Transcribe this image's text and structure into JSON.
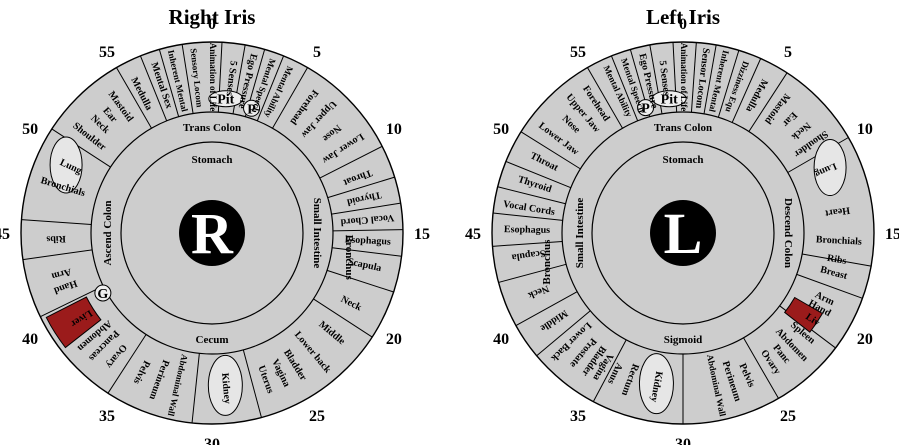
{
  "colors": {
    "iris": "#cdcdcd",
    "rim": "#000000",
    "pupil": "#000000",
    "highlight": "#9b1b1b",
    "organ": "#e6e6e6"
  },
  "irises": [
    {
      "title": "Right Iris",
      "pupil_letter": "R",
      "ring_labels": [
        "Trans Colon",
        "Stomach",
        "Cecum",
        "Ascend Colon",
        "Small Intestine",
        "Bronchus"
      ],
      "clock_marks": [
        "0",
        "5",
        "10",
        "15",
        "20",
        "25",
        "30",
        "35",
        "40",
        "45",
        "50",
        "55"
      ],
      "small_marks": [
        "Pit",
        "P",
        "G"
      ],
      "zones": [
        {
          "label": "Animation of Life",
          "angle": 0
        },
        {
          "label": "5 Senses",
          "angle": 7
        },
        {
          "label": "Ego Pressure",
          "angle": 13
        },
        {
          "label": "Mental Speech",
          "angle": 19
        },
        {
          "label": "Mental Ability",
          "angle": 25
        },
        {
          "label": "Forehead",
          "angle": 36
        },
        {
          "label": "Upper Jaw",
          "angle": 43
        },
        {
          "label": "Nose",
          "angle": 50
        },
        {
          "label": "Lower Jaw",
          "angle": 57
        },
        {
          "label": "Throat",
          "angle": 69
        },
        {
          "label": "Thyroid",
          "angle": 77
        },
        {
          "label": "Vocal Chord",
          "angle": 85
        },
        {
          "label": "Esophagus",
          "angle": 93
        },
        {
          "label": "Scapula",
          "angle": 102
        },
        {
          "label": "Neck",
          "angle": 117
        },
        {
          "label": "Middle",
          "angle": 130
        },
        {
          "label": "Lower back",
          "angle": 140
        },
        {
          "label": "Bladder",
          "angle": 148
        },
        {
          "label": "Vagina",
          "angle": 154
        },
        {
          "label": "Uterus",
          "angle": 160
        },
        {
          "label": "Kidney",
          "angle": 175
        },
        {
          "label": "Abdominal Wall",
          "angle": 193
        },
        {
          "label": "Perineum",
          "angle": 200
        },
        {
          "label": "Pelvis",
          "angle": 207
        },
        {
          "label": "Ovary",
          "angle": 218
        },
        {
          "label": "Pancreas",
          "angle": 224
        },
        {
          "label": "Abdomen",
          "angle": 229
        },
        {
          "label": "Liver",
          "angle": 237
        },
        {
          "label": "Hand",
          "angle": 250
        },
        {
          "label": "Arm",
          "angle": 255
        },
        {
          "label": "Ribs",
          "angle": 268
        },
        {
          "label": "Bronchials",
          "angle": 287
        },
        {
          "label": "Lung",
          "angle": 295
        },
        {
          "label": "Shoulder",
          "angle": 308
        },
        {
          "label": "Neck",
          "angle": 314
        },
        {
          "label": "Ear",
          "angle": 319
        },
        {
          "label": "Mastoid",
          "angle": 324
        },
        {
          "label": "Medulla",
          "angle": 333
        },
        {
          "label": "Mental Sex",
          "angle": 341
        },
        {
          "label": "Inherent Mental",
          "angle": 347
        },
        {
          "label": "Sensory Locom",
          "angle": 354
        }
      ]
    },
    {
      "title": "Left Iris",
      "pupil_letter": "L",
      "ring_labels": [
        "Trans Colon",
        "Stomach",
        "Sigmoid",
        "Small Intestine",
        "Descend Colon",
        "Bronchus"
      ],
      "clock_marks": [
        "0",
        "5",
        "10",
        "15",
        "20",
        "25",
        "30",
        "35",
        "40",
        "45",
        "50",
        "55"
      ],
      "small_marks": [
        "Pit",
        "P"
      ],
      "zones": [
        {
          "label": "Animation of Life",
          "angle": 0
        },
        {
          "label": "Sensor Locom",
          "angle": 7
        },
        {
          "label": "Inherent Mental",
          "angle": 13
        },
        {
          "label": "Dizziness Equ",
          "angle": 20
        },
        {
          "label": "Medulla",
          "angle": 28
        },
        {
          "label": "Mastoid",
          "angle": 37
        },
        {
          "label": "Ear",
          "angle": 43
        },
        {
          "label": "Neck",
          "angle": 49
        },
        {
          "label": "Shoulder",
          "angle": 55
        },
        {
          "label": "Lung",
          "angle": 66
        },
        {
          "label": "Heart",
          "angle": 82
        },
        {
          "label": "Bronchials",
          "angle": 93
        },
        {
          "label": "Ribs",
          "angle": 100
        },
        {
          "label": "Breast",
          "angle": 105
        },
        {
          "label": "Arm",
          "angle": 115
        },
        {
          "label": "Hand",
          "angle": 119
        },
        {
          "label": "Liv",
          "angle": 124
        },
        {
          "label": "Spleen",
          "angle": 130
        },
        {
          "label": "Abdomen",
          "angle": 136
        },
        {
          "label": "Panc",
          "angle": 141
        },
        {
          "label": "Ovary",
          "angle": 146
        },
        {
          "label": "Pelvis",
          "angle": 156
        },
        {
          "label": "Perineum",
          "angle": 162
        },
        {
          "label": "Abdominal Wall",
          "angle": 168
        },
        {
          "label": "Kidney",
          "angle": 190
        },
        {
          "label": "Rectum",
          "angle": 200
        },
        {
          "label": "Anus",
          "angle": 206
        },
        {
          "label": "Vagina",
          "angle": 211
        },
        {
          "label": "Bladder",
          "angle": 215
        },
        {
          "label": "Prostate",
          "angle": 220
        },
        {
          "label": "Lower Back",
          "angle": 226
        },
        {
          "label": "Middle",
          "angle": 236
        },
        {
          "label": "Neck",
          "angle": 248
        },
        {
          "label": "Scapula",
          "angle": 262
        },
        {
          "label": "Esophagus",
          "angle": 271
        },
        {
          "label": "Vocal Cords",
          "angle": 279
        },
        {
          "label": "Thyroid",
          "angle": 288
        },
        {
          "label": "Throat",
          "angle": 297
        },
        {
          "label": "Lower Jaw",
          "angle": 307
        },
        {
          "label": "Nose",
          "angle": 314
        },
        {
          "label": "Upper Jaw",
          "angle": 320
        },
        {
          "label": "Forehead",
          "angle": 326
        },
        {
          "label": "Mental Ability",
          "angle": 335
        },
        {
          "label": "Mental Speech",
          "angle": 341
        },
        {
          "label": "Ego Pressure",
          "angle": 347
        },
        {
          "label": "5 Senses",
          "angle": 353
        }
      ]
    }
  ]
}
